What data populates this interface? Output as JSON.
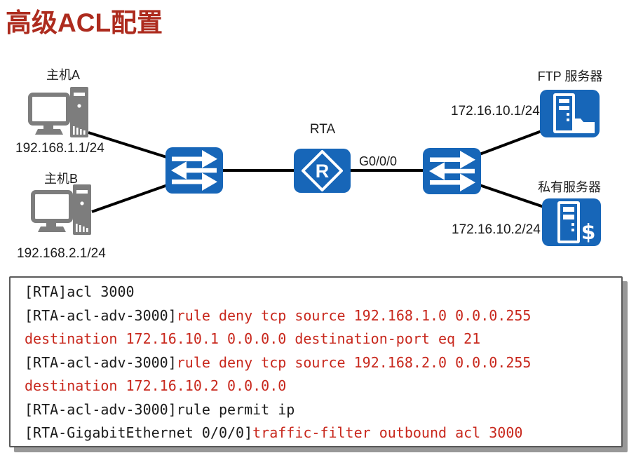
{
  "title": {
    "text": "高级ACL配置",
    "color": "#ad2b1e"
  },
  "colors": {
    "icon_blue": "#1766b8",
    "device_gray": "#7d7d7d",
    "title_red": "#ad2b1e",
    "code_red": "#c8271c",
    "code_black": "#1a1a1a",
    "line_black": "#000000"
  },
  "diagram": {
    "host_a": {
      "name": "主机A",
      "ip": "192.168.1.1/24"
    },
    "host_b": {
      "name": "主机B",
      "ip": "192.168.2.1/24"
    },
    "router": {
      "name": "RTA",
      "interface_label": "G0/0/0",
      "letter": "R"
    },
    "ftp_server": {
      "name": "FTP 服务器",
      "ip": "172.16.10.1/24"
    },
    "private_server": {
      "name": "私有服务器",
      "ip": "172.16.10.2/24",
      "dollar": "$"
    }
  },
  "cli": {
    "lines": [
      [
        {
          "t": "[RTA]acl 3000",
          "c": "black"
        }
      ],
      [
        {
          "t": "[RTA-acl-adv-3000]",
          "c": "black"
        },
        {
          "t": "rule deny tcp source 192.168.1.0 0.0.0.255",
          "c": "red"
        }
      ],
      [
        {
          "t": "destination 172.16.10.1 0.0.0.0 destination-port eq 21",
          "c": "red"
        }
      ],
      [
        {
          "t": "[RTA-acl-adv-3000]",
          "c": "black"
        },
        {
          "t": "rule deny tcp source 192.168.2.0 0.0.0.255",
          "c": "red"
        }
      ],
      [
        {
          "t": "destination 172.16.10.2 0.0.0.0",
          "c": "red"
        }
      ],
      [
        {
          "t": "[RTA-acl-adv-3000]rule permit ip",
          "c": "black"
        }
      ],
      [
        {
          "t": "[RTA-GigabitEthernet 0/0/0]",
          "c": "black"
        },
        {
          "t": "traffic-filter outbound acl 3000",
          "c": "red"
        }
      ]
    ]
  }
}
